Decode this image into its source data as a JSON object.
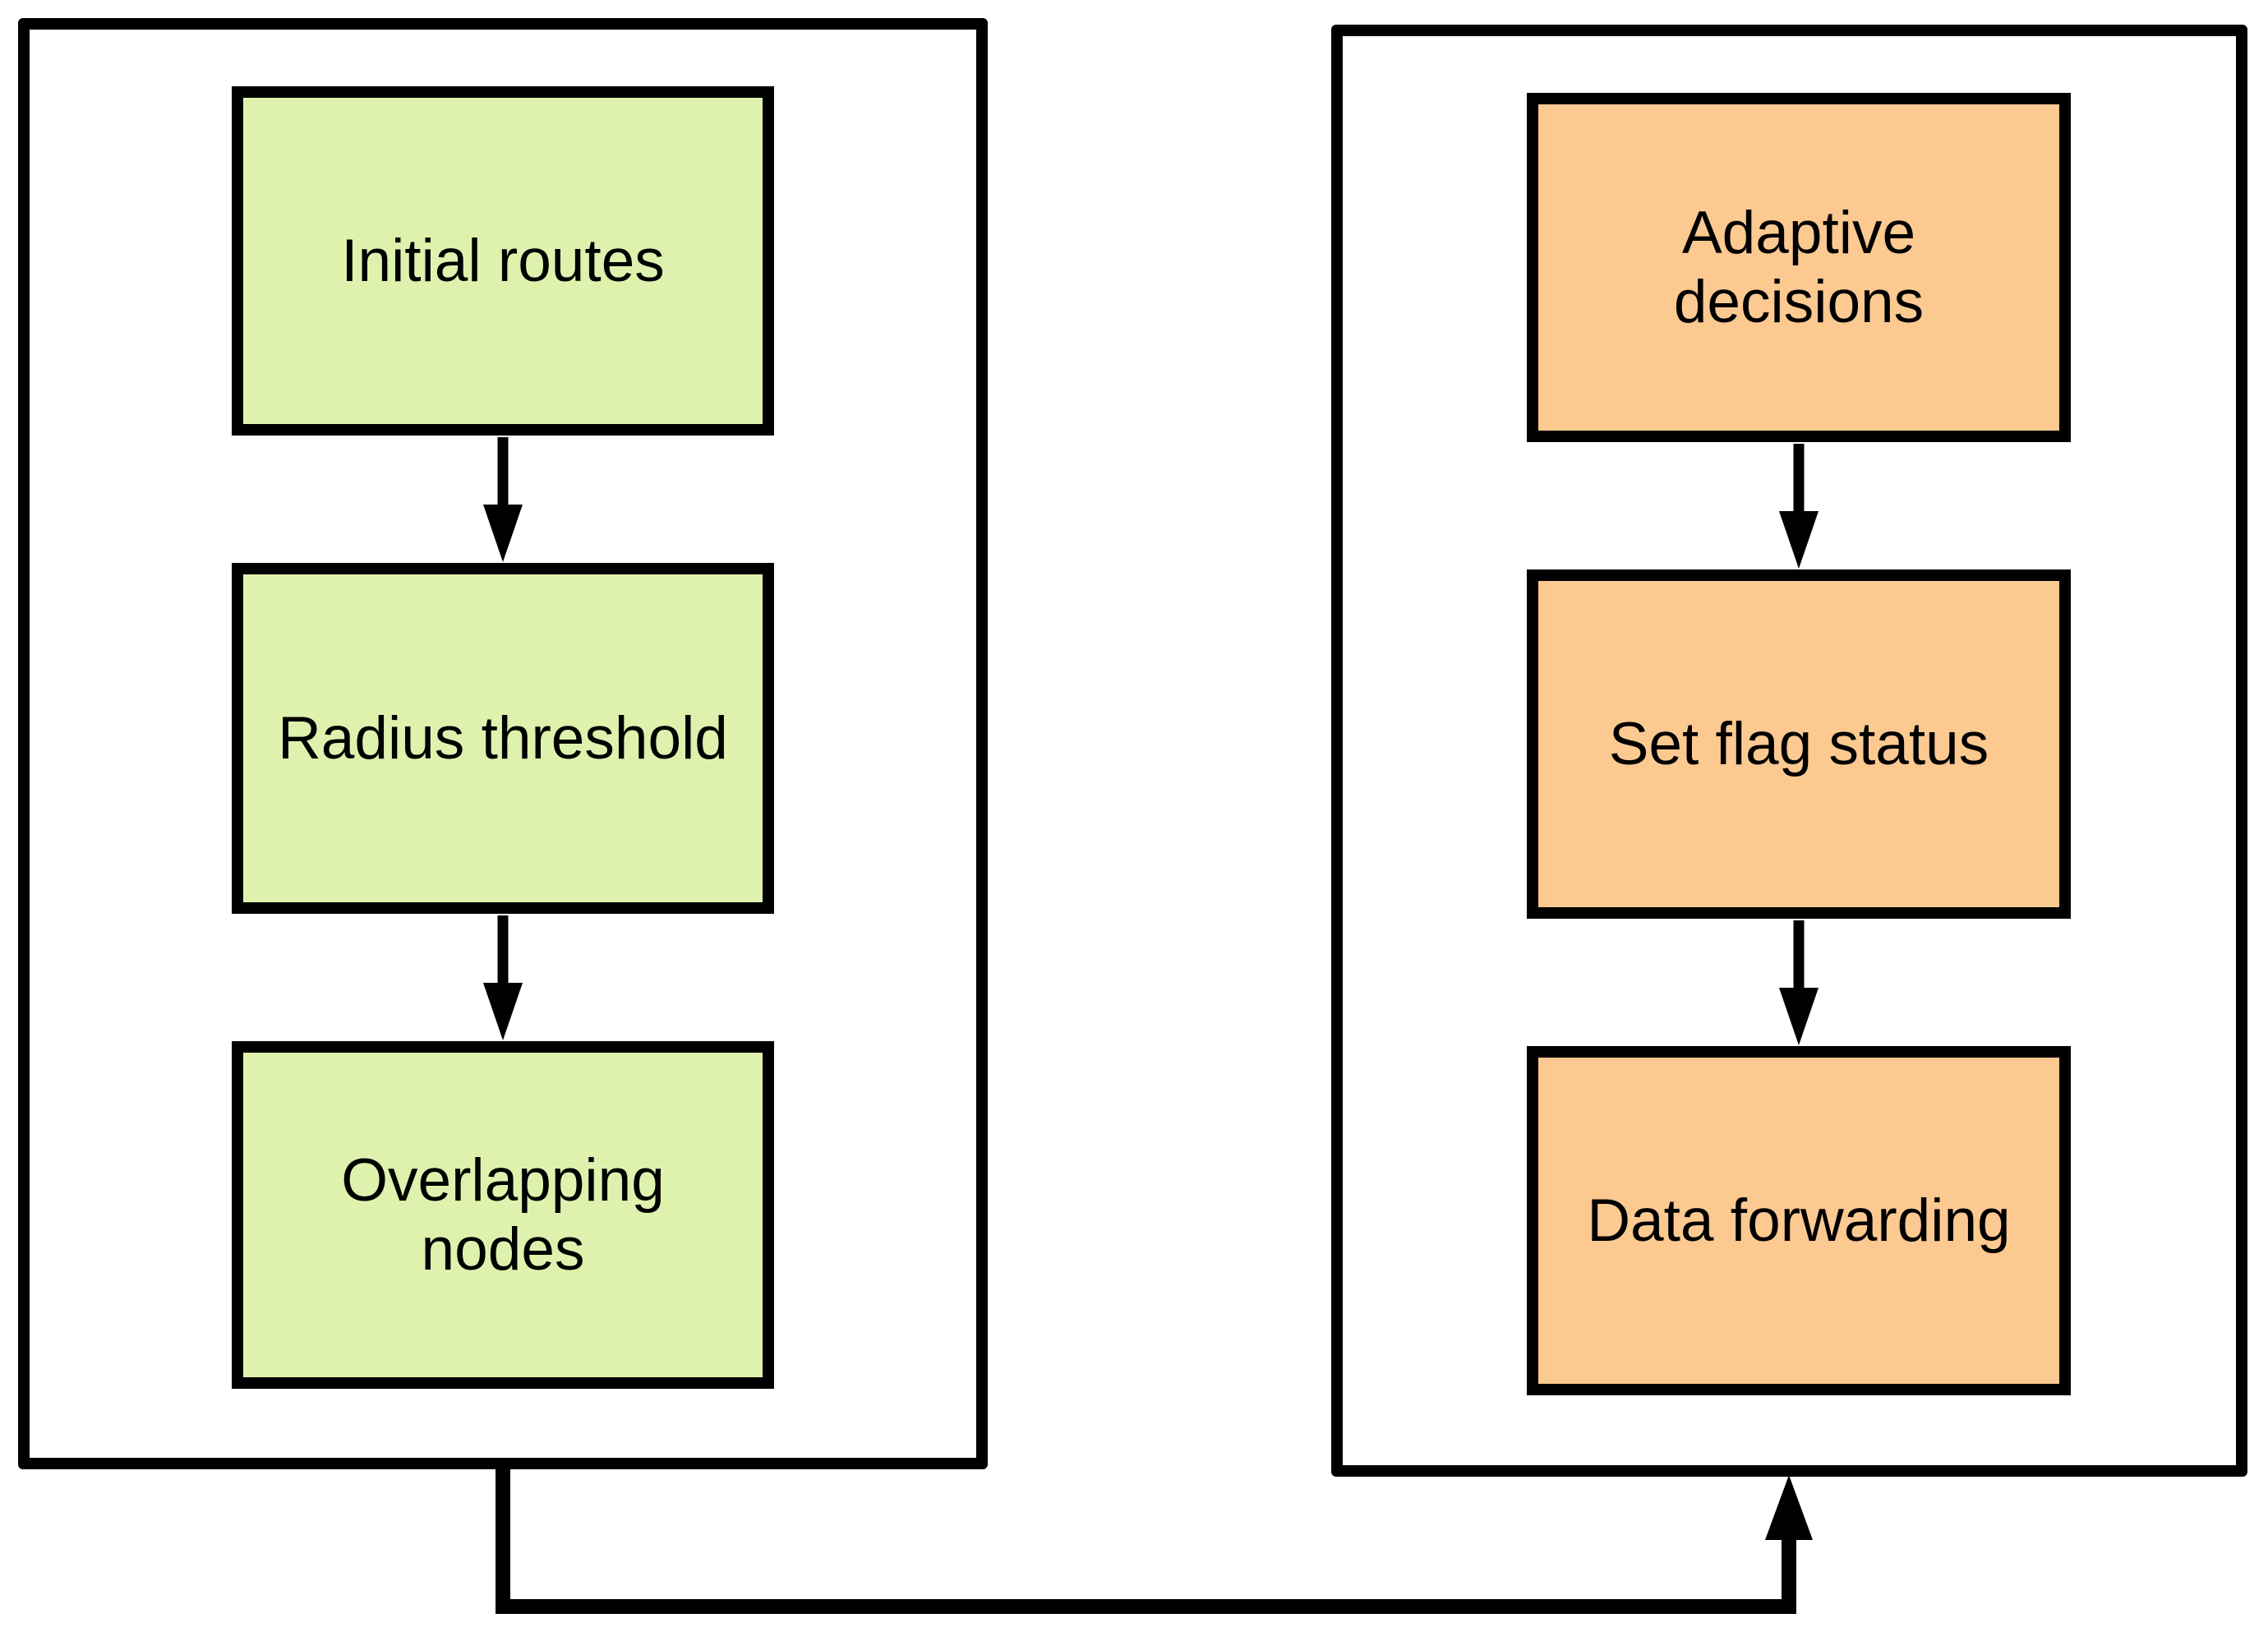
{
  "diagram": {
    "left_group": {
      "box_fill": "#DEF2AE",
      "boxes": [
        {
          "label": "Initial routes"
        },
        {
          "label": "Radius threshold"
        },
        {
          "label": "Overlapping nodes"
        }
      ]
    },
    "right_group": {
      "box_fill": "#FCC991",
      "boxes": [
        {
          "label": "Adaptive decisions"
        },
        {
          "label": "Set flag status"
        },
        {
          "label": "Data forwarding"
        }
      ]
    },
    "colors": {
      "outline": "#000000",
      "text": "#000000",
      "canvas_background": "#FFFFFF"
    }
  }
}
